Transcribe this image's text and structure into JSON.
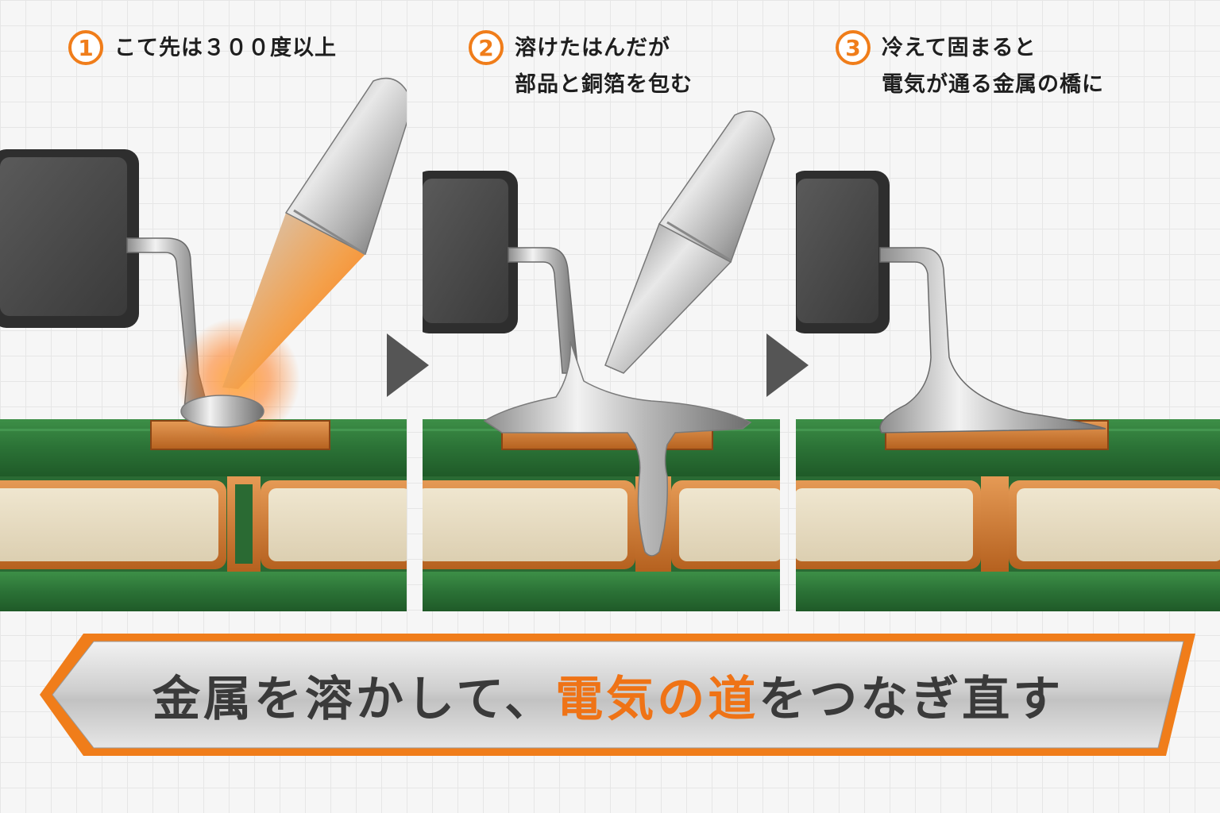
{
  "steps": [
    {
      "number": "1",
      "lines": [
        "こて先は３００度以上"
      ]
    },
    {
      "number": "2",
      "lines": [
        "溶けたはんだが",
        "部品と銅箔を包む"
      ]
    },
    {
      "number": "3",
      "lines": [
        "冷えて固まると",
        "電気が通る金属の橋に"
      ]
    }
  ],
  "banner": {
    "text_before": "金属を溶かして、",
    "text_highlight": "電気の道",
    "text_after": "をつなぎ直す"
  },
  "colors": {
    "accent": "#f07d1a",
    "board_green": "#2f7a3a",
    "copper": "#c8742f",
    "core": "#e7dcc3"
  },
  "icons": [
    "arrow-right-icon",
    "arrow-right-icon"
  ]
}
